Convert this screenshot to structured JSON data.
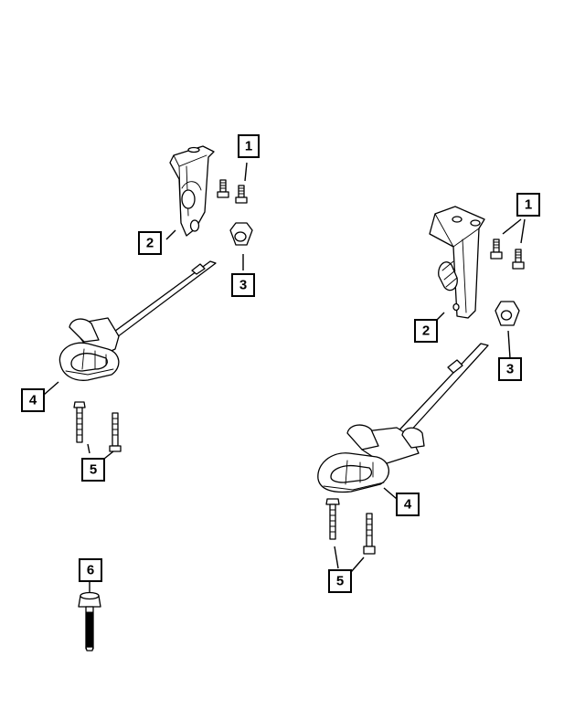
{
  "callouts": {
    "left_1": "1",
    "left_2": "2",
    "left_3": "3",
    "left_4": "4",
    "left_5": "5",
    "left_6": "6",
    "right_1": "1",
    "right_2": "2",
    "right_3": "3",
    "right_4": "4",
    "right_5": "5"
  }
}
